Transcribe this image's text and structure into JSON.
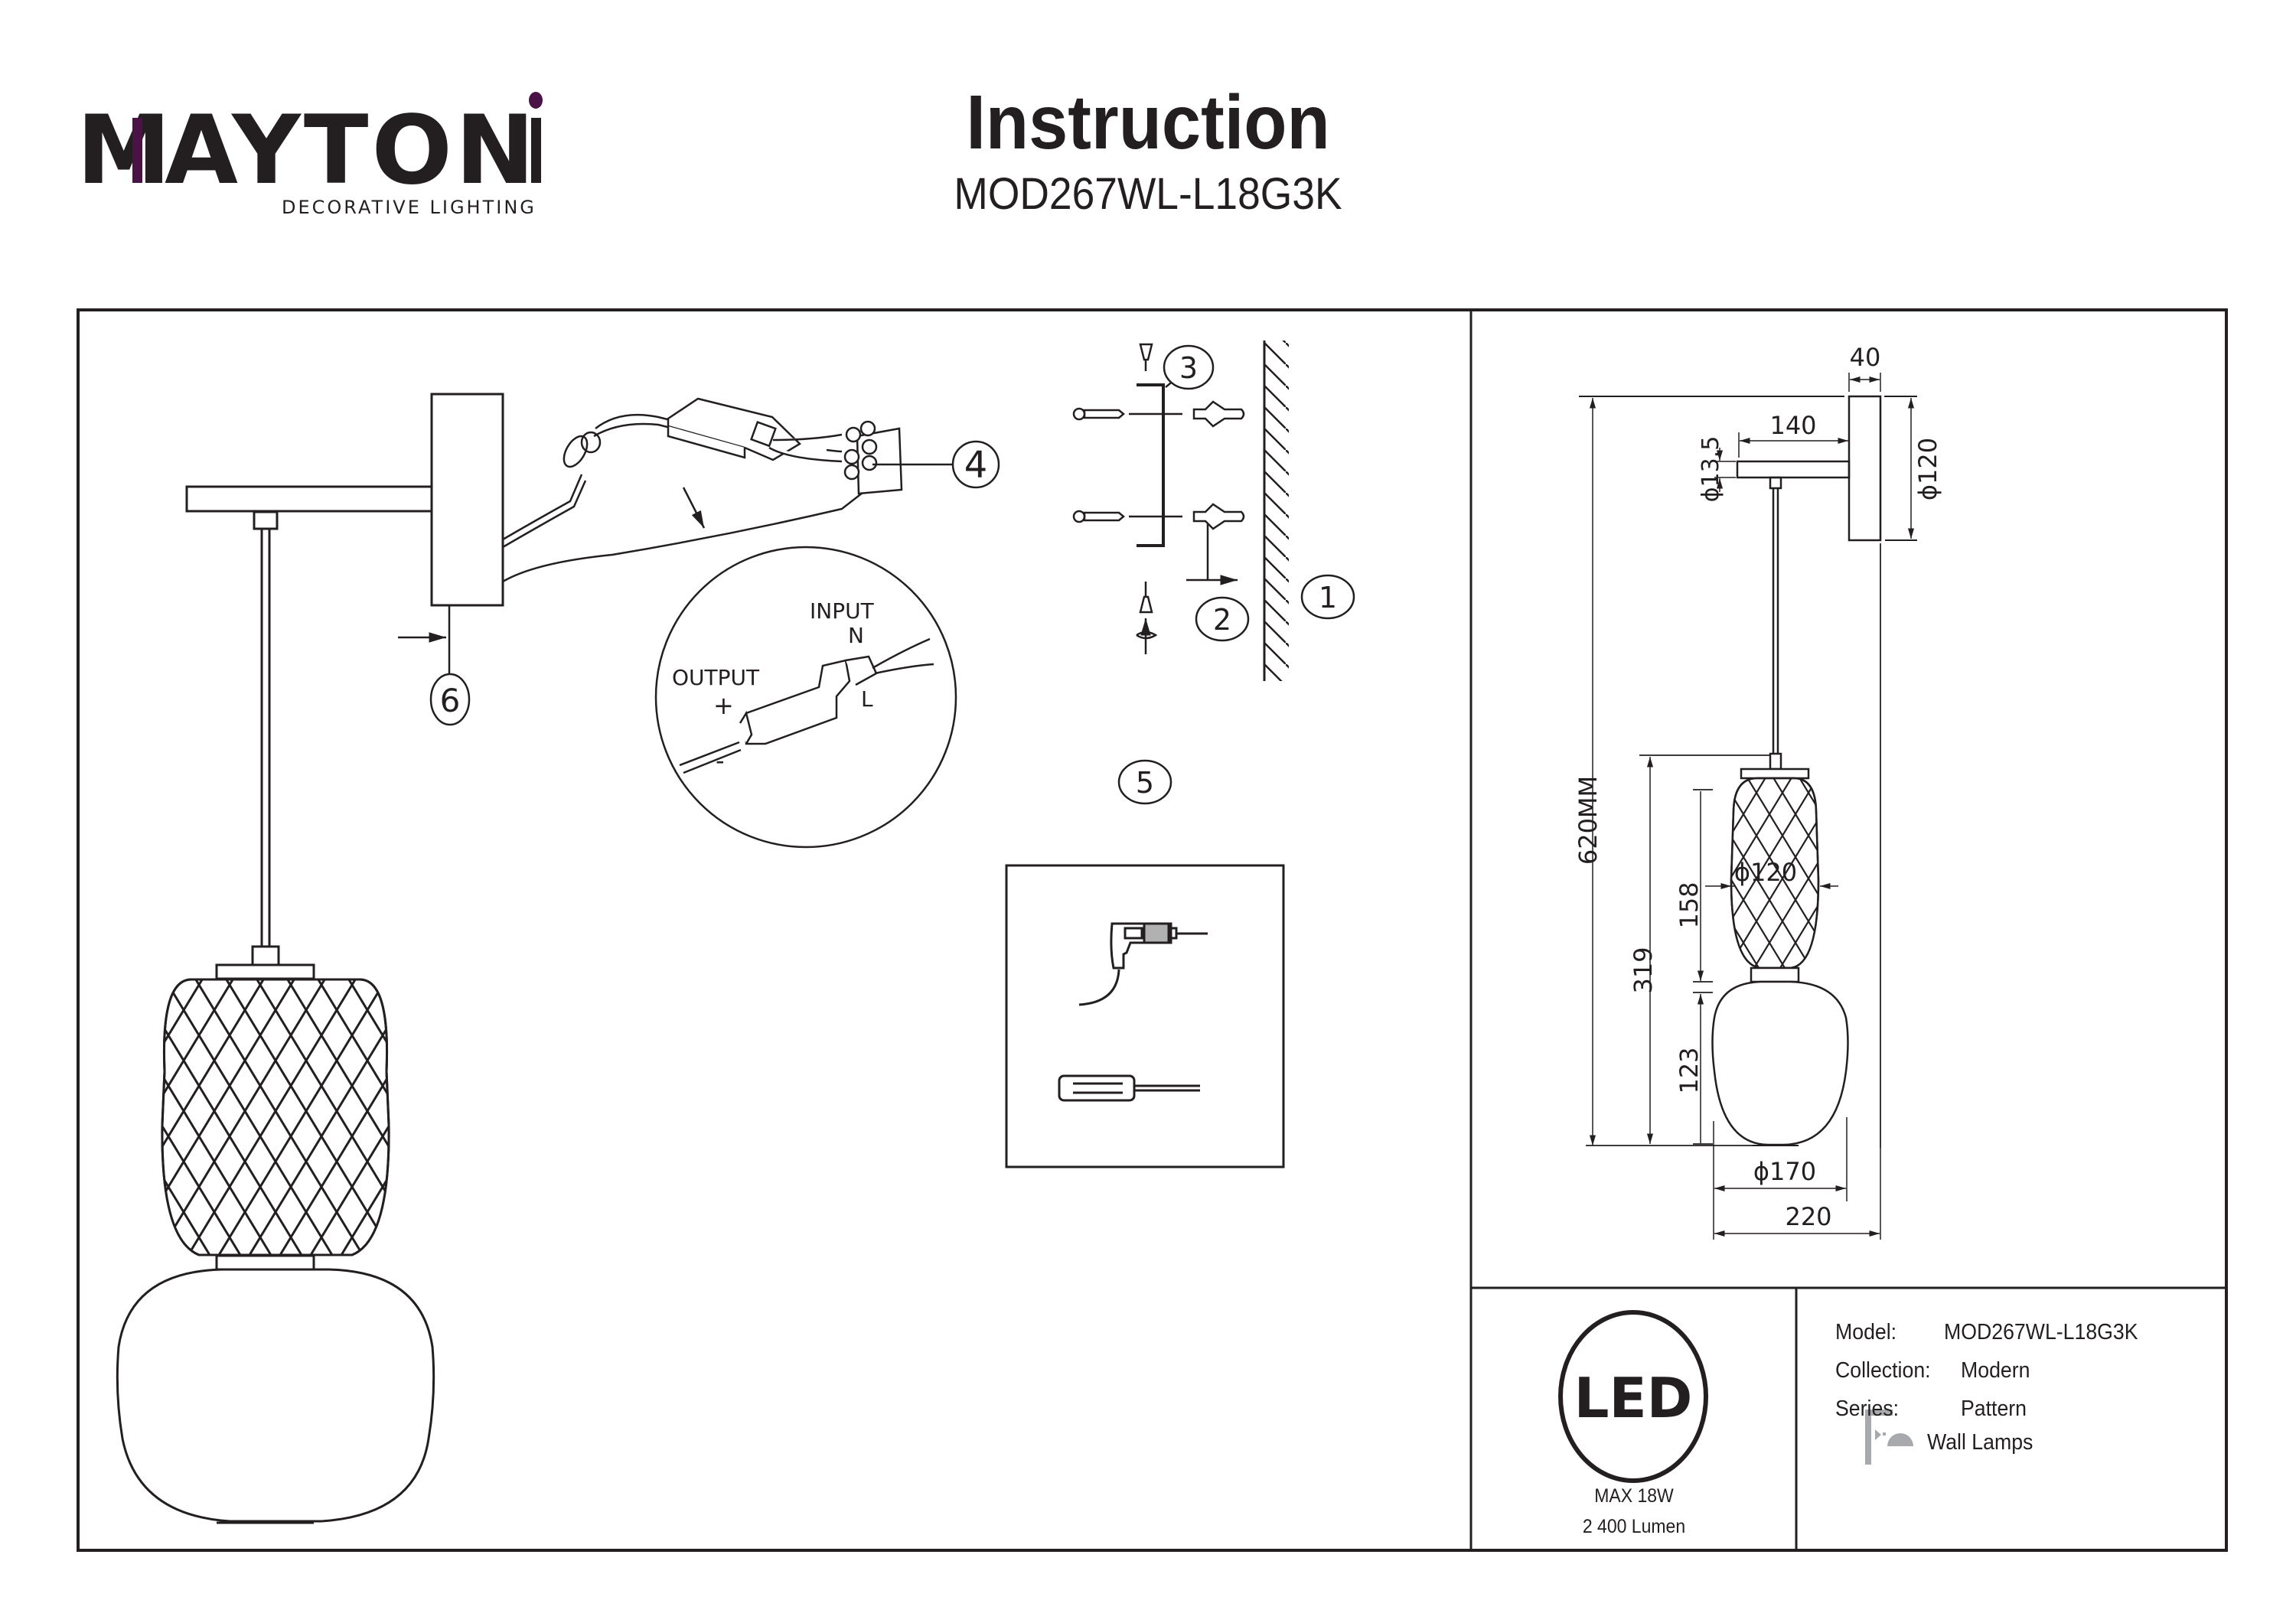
{
  "brand": {
    "name": "MAYTONI",
    "tagline": "DECORATIVE LIGHTING",
    "accent_color": "#4b1248"
  },
  "header": {
    "title": "Instruction",
    "model": "MOD267WL-L18G3K"
  },
  "installation": {
    "callouts": [
      "1",
      "2",
      "3",
      "4",
      "5",
      "6"
    ],
    "detail": {
      "output_label": "OUTPUT",
      "output_plus": "+",
      "output_minus": "-",
      "input_label": "INPUT",
      "input_n": "N",
      "input_l": "L"
    },
    "tools": [
      "drill-icon",
      "screwdriver-icon"
    ]
  },
  "dimensions": {
    "base_depth": "40",
    "arm_length": "140",
    "arm_diameter": "ϕ13.5",
    "base_diameter": "ϕ120",
    "total_height": "620MM",
    "lower_height": "319",
    "upper_shade_height": "158",
    "lower_shade_height": "123",
    "upper_shade_diameter": "ϕ120",
    "lower_shade_diameter": "ϕ170",
    "total_depth": "220"
  },
  "specs": {
    "led_badge": "LED",
    "power": "MAX 18W",
    "lumen": "2 400 Lumen",
    "model_label": "Model:",
    "model_value": "MOD267WL-L18G3K",
    "collection_label": "Collection:",
    "collection_value": "Modern",
    "series_label": "Series:",
    "series_value": "Pattern",
    "category_value": "Wall Lamps",
    "category_icon": "wall-lamp-icon"
  }
}
